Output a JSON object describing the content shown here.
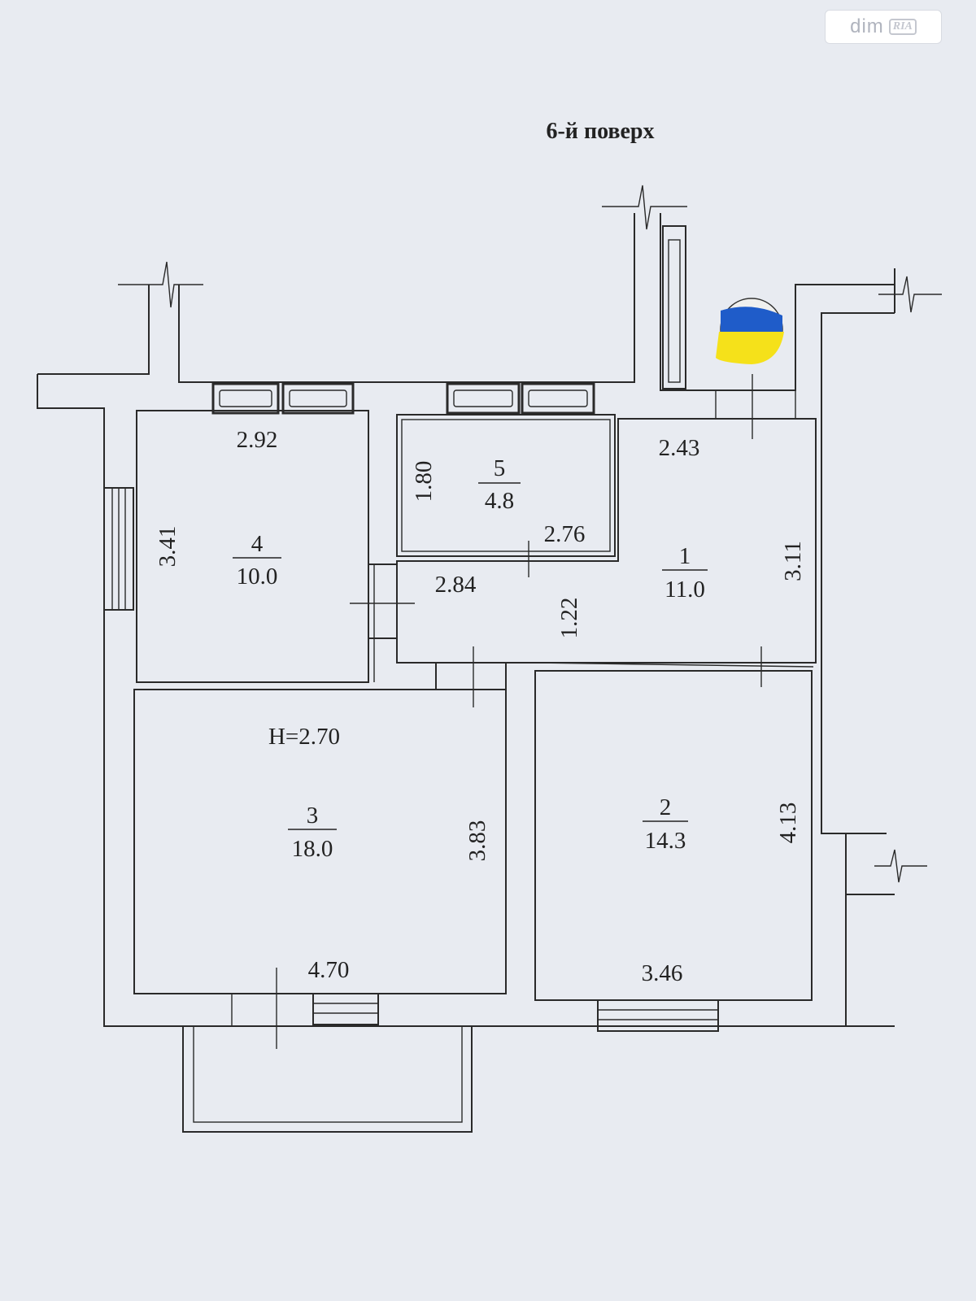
{
  "floor_title": "6-й поверх",
  "watermark": {
    "brand": "dim",
    "badge": "RIA"
  },
  "ceiling_height": "H=2.70",
  "rooms": [
    {
      "number": "1",
      "area": "11.0"
    },
    {
      "number": "2",
      "area": "14.3"
    },
    {
      "number": "3",
      "area": "18.0"
    },
    {
      "number": "4",
      "area": "10.0"
    },
    {
      "number": "5",
      "area": "4.8"
    }
  ],
  "dimensions": {
    "r4_width": "2.92",
    "r4_height": "3.41",
    "r5_height": "1.80",
    "r5_width": "2.76",
    "r1_width": "2.43",
    "r1_height": "3.11",
    "hall_width": "2.84",
    "hall_height": "1.22",
    "r3_height": "3.83",
    "r3_width": "4.70",
    "r2_height": "4.13",
    "r2_width": "3.46"
  },
  "colors": {
    "flag_blue": "#1f5cc9",
    "flag_yellow": "#f5e11a",
    "line": "#2a2a2a",
    "paper": "#e8ebf1"
  }
}
